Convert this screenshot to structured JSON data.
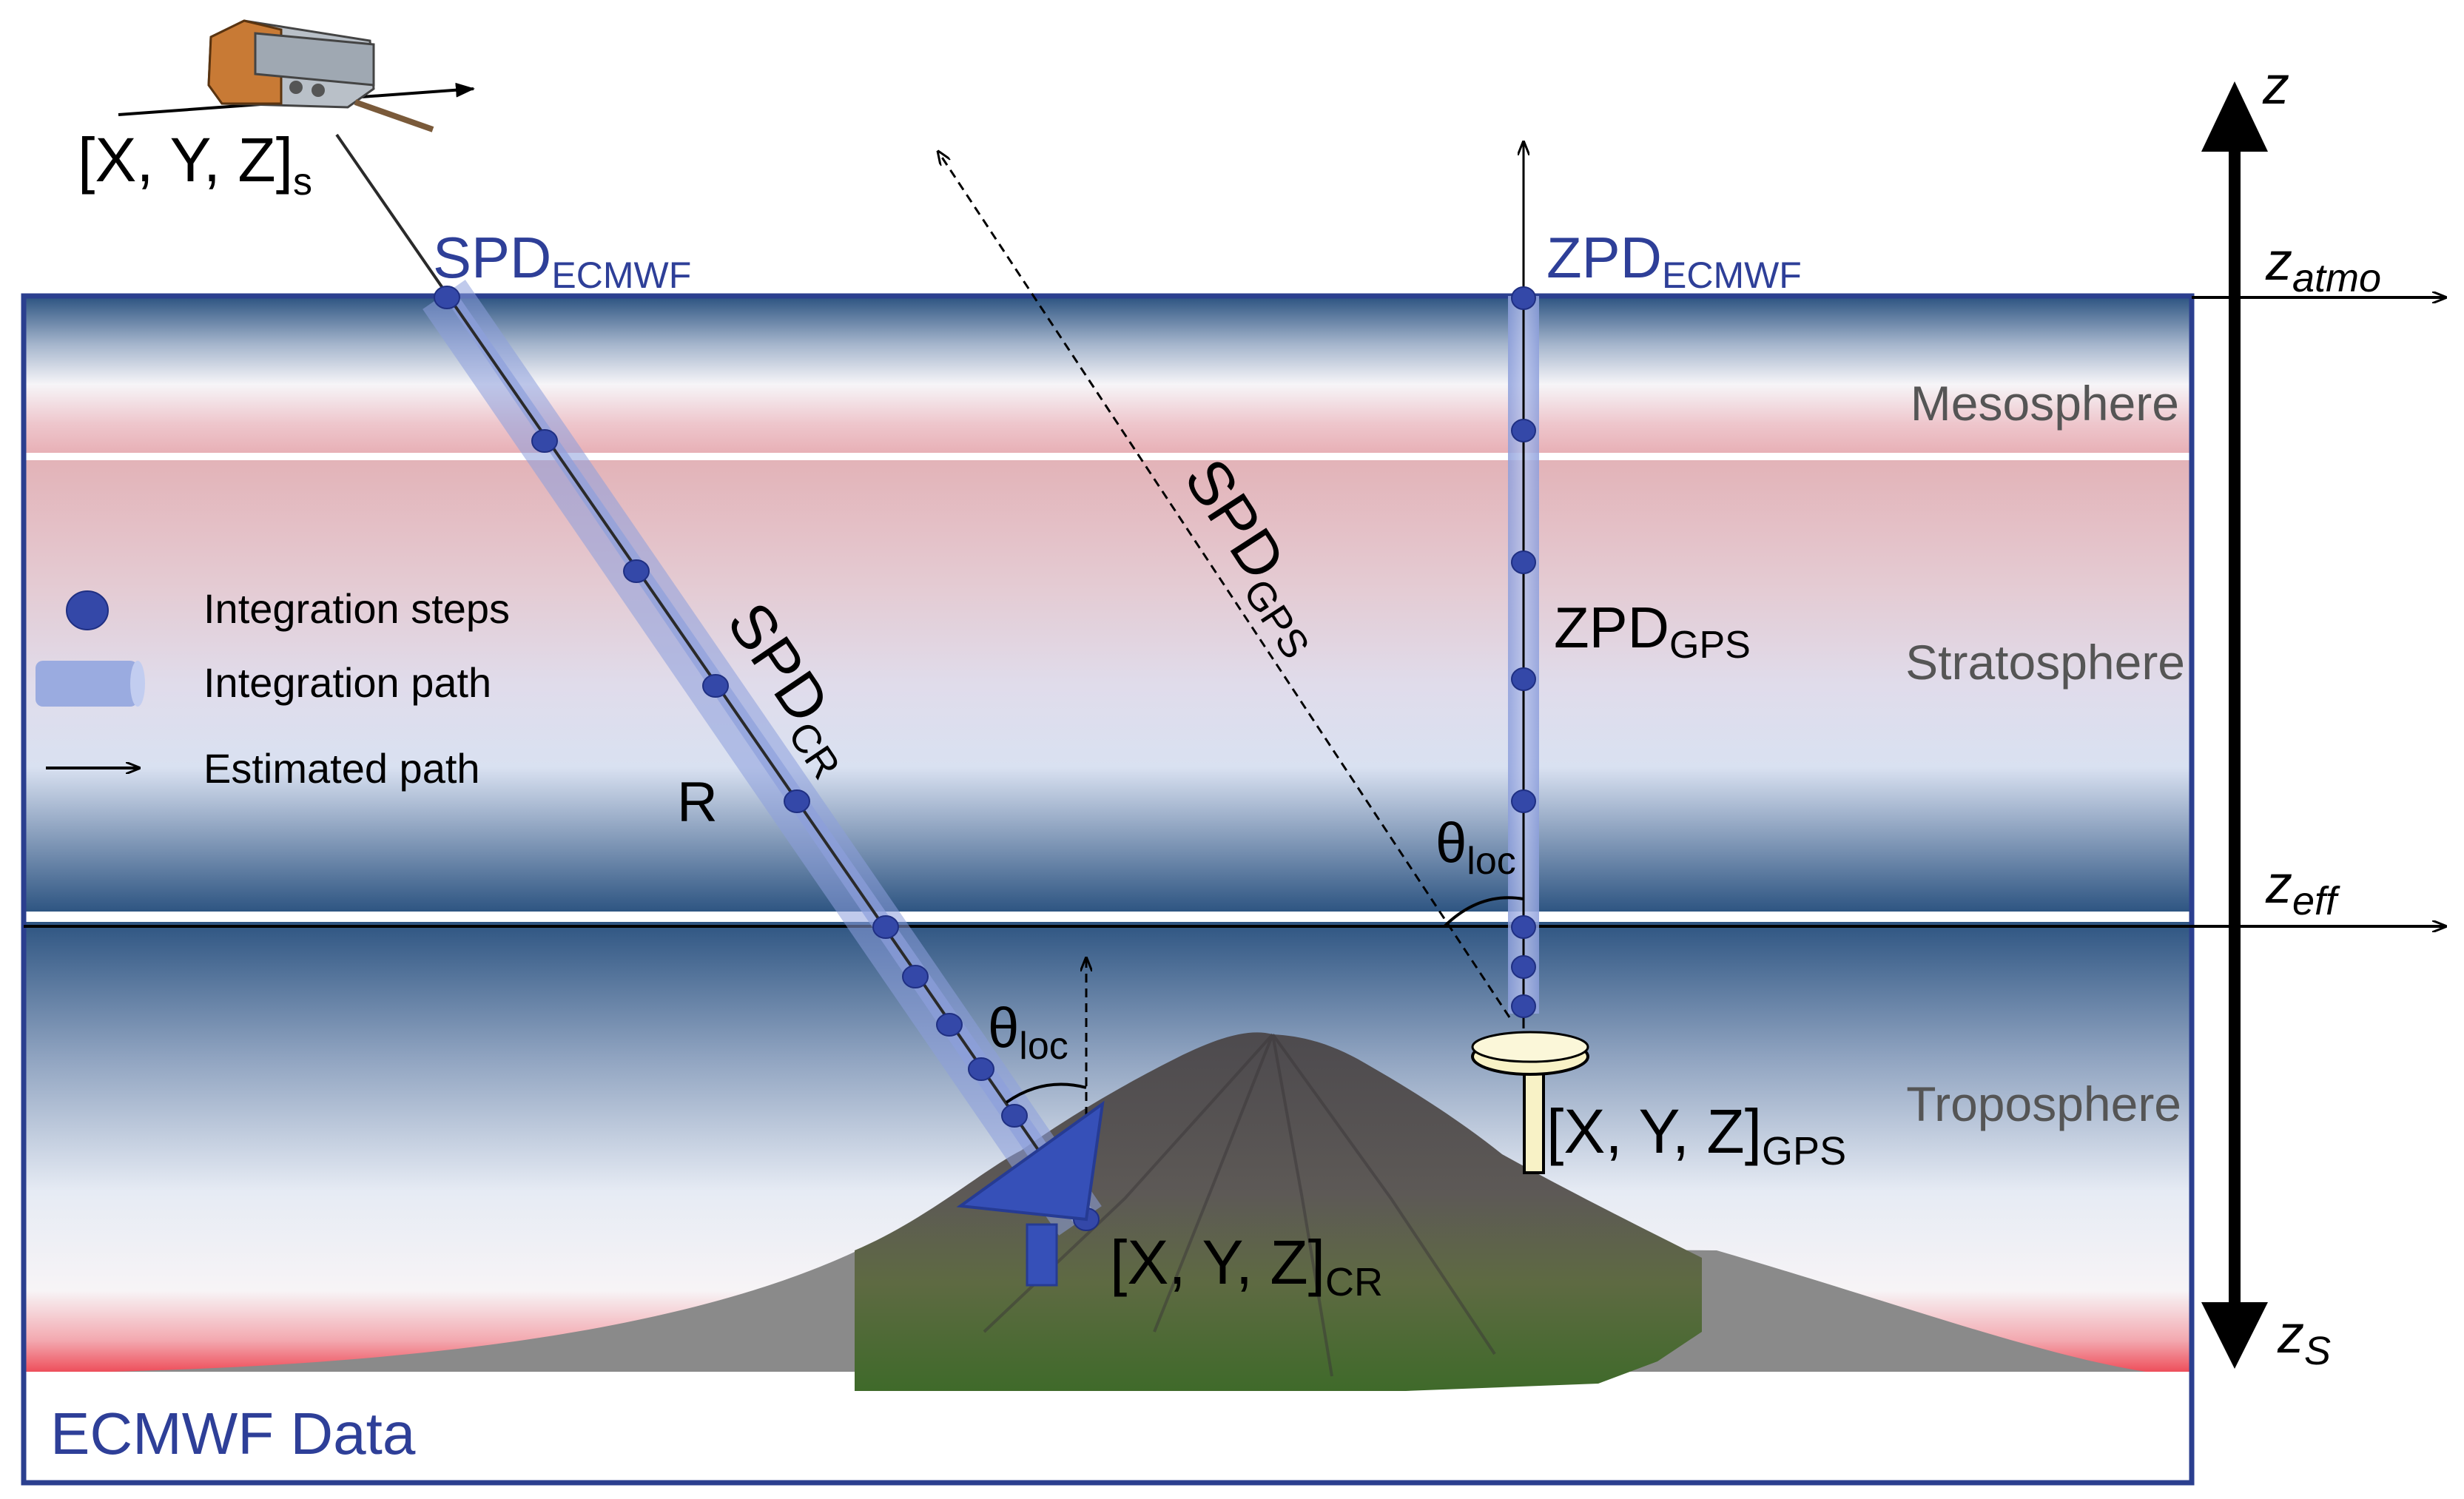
{
  "layers": {
    "mesosphere": "Mesosphere",
    "stratosphere": "Stratosphere",
    "troposphere": "Troposphere"
  },
  "legend": {
    "steps": "Integration steps",
    "path": "Integration path",
    "estimated": "Estimated path"
  },
  "labels": {
    "satellite_main": "[X, Y, Z]",
    "satellite_sub": "s",
    "spd_ecmwf_main": "SPD",
    "spd_ecmwf_sub": "ECMWF",
    "zpd_ecmwf_main": "ZPD",
    "zpd_ecmwf_sub": "ECMWF",
    "spd_gps_main": "SPD",
    "spd_gps_sub": "GPS",
    "spd_cr_main": "SPD",
    "spd_cr_sub": "CR",
    "zpd_gps_main": "ZPD",
    "zpd_gps_sub": "GPS",
    "r": "R",
    "theta_main": "θ",
    "theta_sub": "loc",
    "cr_main": "[X, Y, Z]",
    "cr_sub": "CR",
    "gps_main": "[X, Y, Z]",
    "gps_sub": "GPS",
    "ecmwf_data": "ECMWF Data"
  },
  "axis": {
    "z": "z",
    "z_atmo_main": "z",
    "z_atmo_sub": "atmo",
    "z_eff_main": "z",
    "z_eff_sub": "eff",
    "z_s_main": "z",
    "z_s_sub": "S"
  },
  "colors": {
    "frame": "#2b3f8f",
    "label_blue": "#2e3f98",
    "dot": "#3448a8",
    "path_band": "#8d9fdc",
    "mesosphere_text": "#555555"
  }
}
